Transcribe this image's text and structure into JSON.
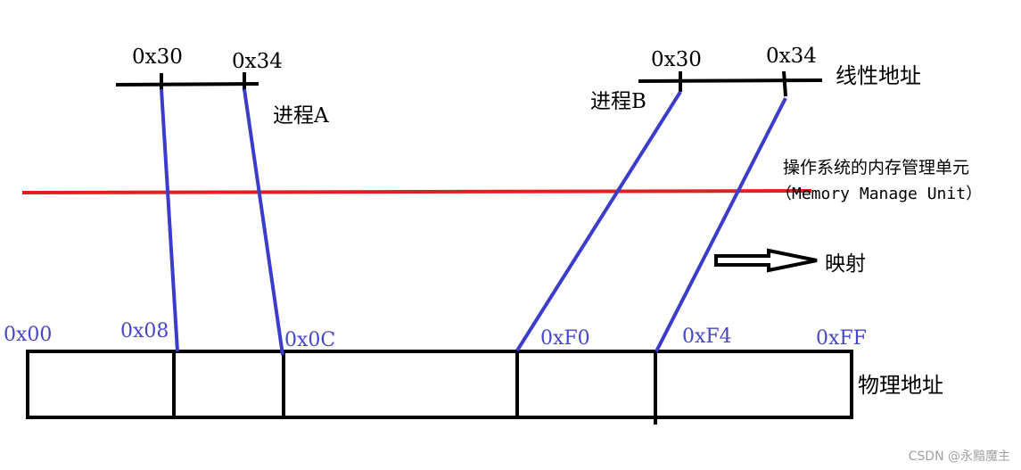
{
  "process_a": {
    "label": "进程A",
    "addr_left": "0x30",
    "addr_right": "0x34"
  },
  "process_b": {
    "label": "进程B",
    "addr_left": "0x30",
    "addr_right": "0x34"
  },
  "linear_address_label": "线性地址",
  "mmu": {
    "title": "操作系统的内存管理单元",
    "subtitle": "（Memory Manage Unit）",
    "color": "#e02020"
  },
  "mapping_legend": "映射",
  "physical_address_label": "物理地址",
  "physical_ticks": [
    "0x00",
    "0x08",
    "0x0C",
    "0xF0",
    "0xF4",
    "0xFF"
  ],
  "mapping_color": "#3c3ccc",
  "tick_color": "#4646c8",
  "watermark": "CSDN @永黯魔主"
}
